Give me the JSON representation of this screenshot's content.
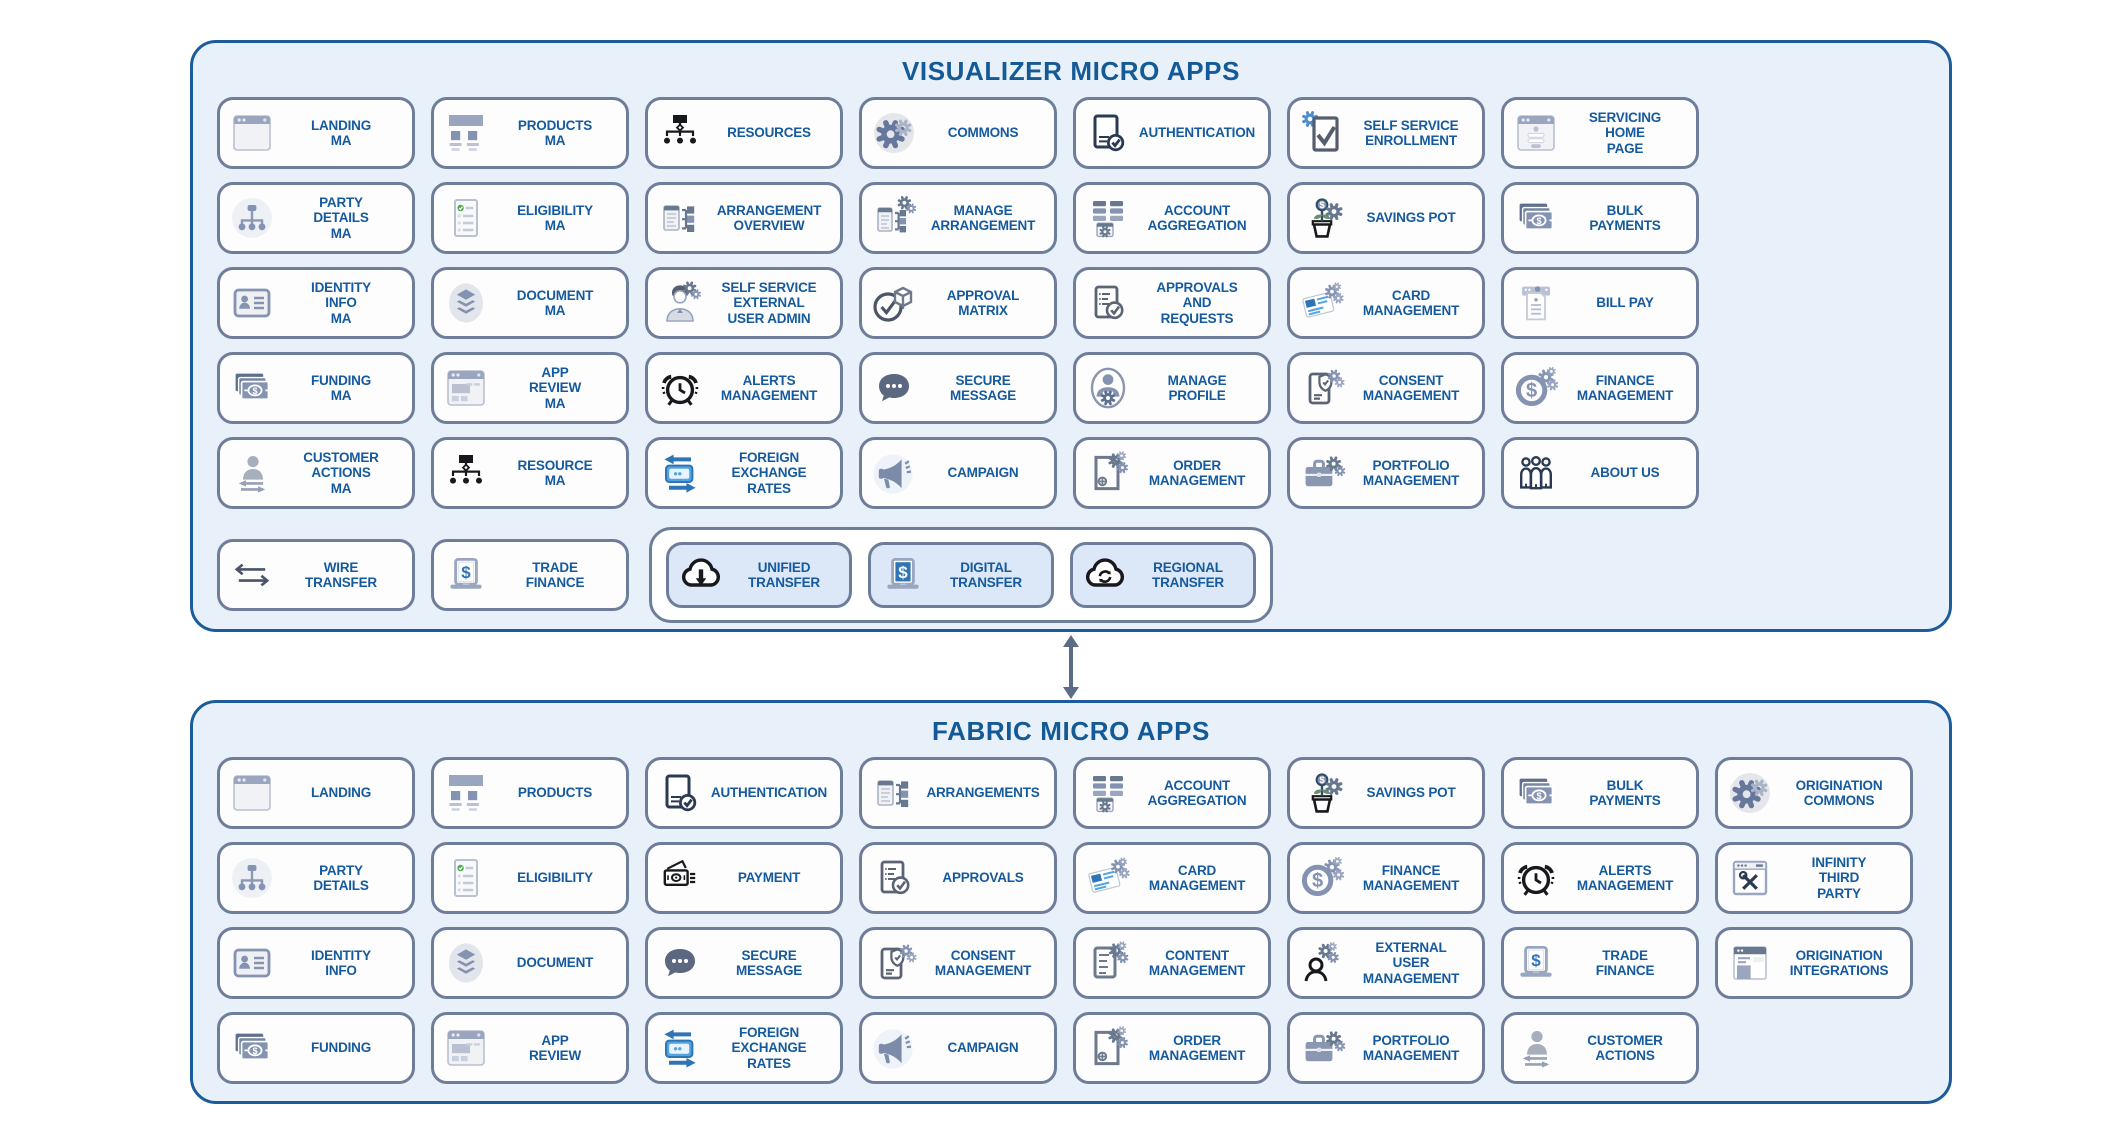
{
  "palette": {
    "panel_bg": "#e8f1fa",
    "panel_border": "#1c5c9c",
    "tile_border": "#6e7d99",
    "label_color": "#155a9e",
    "blue_tile_bg": "#dce8f7",
    "arrow_color": "#5d6c86",
    "title_color": "#145a96"
  },
  "connector": {
    "icon": "double-arrow-vertical"
  },
  "sections": [
    {
      "id": "visualizer",
      "title": "VISUALIZER MICRO APPS",
      "rows": [
        [
          {
            "label": "LANDING\nMA",
            "icon": "browser-window"
          },
          {
            "label": "PRODUCTS\nMA",
            "icon": "products-grid"
          },
          {
            "label": "RESOURCES",
            "icon": "sitemap"
          },
          {
            "label": "COMMONS",
            "icon": "gears"
          },
          {
            "label": "AUTHENTICATION",
            "icon": "document-check"
          },
          {
            "label": "SELF SERVICE\nENROLLMENT",
            "icon": "clipboard-check"
          },
          {
            "label": "SERVICING\nHOME\nPAGE",
            "icon": "form-window"
          }
        ],
        [
          {
            "label": "PARTY\nDETAILS\nMA",
            "icon": "party-tree"
          },
          {
            "label": "ELIGIBILITY\nMA",
            "icon": "checklist"
          },
          {
            "label": "ARRANGEMENT\nOVERVIEW",
            "icon": "arrangement-list"
          },
          {
            "label": "MANAGE\nARRANGEMENT",
            "icon": "arrangement-gears"
          },
          {
            "label": "ACCOUNT\nAGGREGATION",
            "icon": "account-rows"
          },
          {
            "label": "SAVINGS POT",
            "icon": "savings-pot"
          },
          {
            "label": "BULK\nPAYMENTS",
            "icon": "banknotes"
          }
        ],
        [
          {
            "label": "IDENTITY\nINFO\nMA",
            "icon": "id-card"
          },
          {
            "label": "DOCUMENT\nMA",
            "icon": "layers"
          },
          {
            "label": "SELF SERVICE\nEXTERNAL\nUSER ADMIN",
            "icon": "user-gears"
          },
          {
            "label": "APPROVAL\nMATRIX",
            "icon": "cube-check"
          },
          {
            "label": "APPROVALS\nAND\nREQUESTS",
            "icon": "approval-doc"
          },
          {
            "label": "CARD\nMANAGEMENT",
            "icon": "card-gears"
          },
          {
            "label": "BILL PAY",
            "icon": "bill-doc"
          }
        ],
        [
          {
            "label": "FUNDING\nMA",
            "icon": "banknotes"
          },
          {
            "label": "APP\nREVIEW\nMA",
            "icon": "app-window"
          },
          {
            "label": "ALERTS\nMANAGEMENT",
            "icon": "alarm-clock"
          },
          {
            "label": "SECURE\nMESSAGE",
            "icon": "chat-bubble"
          },
          {
            "label": "MANAGE\nPROFILE",
            "icon": "profile-gear"
          },
          {
            "label": "CONSENT\nMANAGEMENT",
            "icon": "shield-doc-gears"
          },
          {
            "label": "FINANCE\nMANAGEMENT",
            "icon": "dollar-gears"
          }
        ],
        [
          {
            "label": "CUSTOMER\nACTIONS\nMA",
            "icon": "user-arrows"
          },
          {
            "label": "RESOURCE\nMA",
            "icon": "sitemap"
          },
          {
            "label": "FOREIGN\nEXCHANGE\nRATES",
            "icon": "exchange-note"
          },
          {
            "label": "CAMPAIGN",
            "icon": "megaphone"
          },
          {
            "label": "ORDER\nMANAGEMENT",
            "icon": "doc-plus-gears"
          },
          {
            "label": "PORTFOLIO\nMANAGEMENT",
            "icon": "briefcase-gears"
          },
          {
            "label": "ABOUT US",
            "icon": "people-group"
          }
        ],
        [
          {
            "label": "WIRE\nTRANSFER",
            "icon": "transfer-arrows"
          },
          {
            "label": "TRADE\nFINANCE",
            "icon": "laptop-dollar"
          },
          {
            "name": "transfer-group",
            "tiles": [
              {
                "label": "UNIFIED\nTRANSFER",
                "icon": "cloud-download",
                "variant": "blue"
              },
              {
                "label": "DIGITAL\nTRANSFER",
                "icon": "laptop-dollar-blue",
                "variant": "blue"
              },
              {
                "label": "REGIONAL\nTRANSFER",
                "icon": "cloud-sync",
                "variant": "blue"
              }
            ]
          }
        ]
      ]
    },
    {
      "id": "fabric",
      "title": "FABRIC MICRO APPS",
      "rows": [
        [
          {
            "label": "LANDING",
            "icon": "browser-window"
          },
          {
            "label": "PRODUCTS",
            "icon": "products-grid"
          },
          {
            "label": "AUTHENTICATION",
            "icon": "document-check"
          },
          {
            "label": "ARRANGEMENTS",
            "icon": "arrangement-list"
          },
          {
            "label": "ACCOUNT\nAGGREGATION",
            "icon": "account-rows"
          },
          {
            "label": "SAVINGS POT",
            "icon": "savings-pot"
          },
          {
            "label": "BULK\nPAYMENTS",
            "icon": "banknotes"
          },
          {
            "label": "ORIGINATION\nCOMMONS",
            "icon": "gears"
          }
        ],
        [
          {
            "label": "PARTY\nDETAILS",
            "icon": "party-tree"
          },
          {
            "label": "ELIGIBILITY",
            "icon": "checklist"
          },
          {
            "label": "PAYMENT",
            "icon": "banknote-outline"
          },
          {
            "label": "APPROVALS",
            "icon": "approval-doc"
          },
          {
            "label": "CARD\nMANAGEMENT",
            "icon": "card-gears"
          },
          {
            "label": "FINANCE\nMANAGEMENT",
            "icon": "dollar-gears"
          },
          {
            "label": "ALERTS\nMANAGEMENT",
            "icon": "alarm-clock"
          },
          {
            "label": "INFINITY\nTHIRD\nPARTY",
            "icon": "window-tools"
          }
        ],
        [
          {
            "label": "IDENTITY\nINFO",
            "icon": "id-card"
          },
          {
            "label": "DOCUMENT",
            "icon": "layers"
          },
          {
            "label": "SECURE\nMESSAGE",
            "icon": "chat-bubble"
          },
          {
            "label": "CONSENT\nMANAGEMENT",
            "icon": "shield-doc-gears"
          },
          {
            "label": "CONTENT\nMANAGEMENT",
            "icon": "doc-lines-gears"
          },
          {
            "label": "EXTERNAL\nUSER\nMANAGEMENT",
            "icon": "user-outline-gears"
          },
          {
            "label": "TRADE\nFINANCE",
            "icon": "laptop-dollar"
          },
          {
            "label": "ORIGINATION\nINTEGRATIONS",
            "icon": "window-layout"
          }
        ],
        [
          {
            "label": "FUNDING",
            "icon": "banknotes"
          },
          {
            "label": "APP\nREVIEW",
            "icon": "app-window"
          },
          {
            "label": "FOREIGN\nEXCHANGE\nRATES",
            "icon": "exchange-note"
          },
          {
            "label": "CAMPAIGN",
            "icon": "megaphone"
          },
          {
            "label": "ORDER\nMANAGEMENT",
            "icon": "doc-plus-gears"
          },
          {
            "label": "PORTFOLIO\nMANAGEMENT",
            "icon": "briefcase-gears"
          },
          {
            "label": "CUSTOMER\nACTIONS",
            "icon": "user-arrows"
          }
        ]
      ]
    }
  ]
}
